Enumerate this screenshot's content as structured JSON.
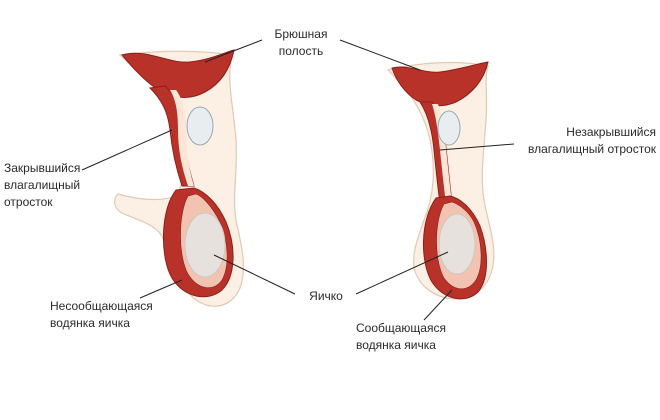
{
  "labels": {
    "abdominal_cavity": [
      "Брюшная",
      "полость"
    ],
    "closed_process": [
      "Закрывшийся",
      "влагалищный",
      "отросток"
    ],
    "open_process": [
      "Незакрывшийся",
      "влагалищный отросток"
    ],
    "testicle": [
      "Яичко"
    ],
    "noncommunicating": [
      "Несообщающаяся",
      "водянка яичка"
    ],
    "communicating": [
      "Сообщающаяся",
      "водянка яичка"
    ]
  },
  "colors": {
    "skin": "#fbf0e3",
    "skin_outline": "#e2c9b4",
    "muscle": "#b8322a",
    "muscle_dark": "#8e1f1a",
    "pink": "#f3c3b2",
    "canal_light": "#fde6d8",
    "testis": "#e6e1dd",
    "testis_edge": "#cfc6bf",
    "bubble": "#e8edf0",
    "leader": "#222222"
  }
}
